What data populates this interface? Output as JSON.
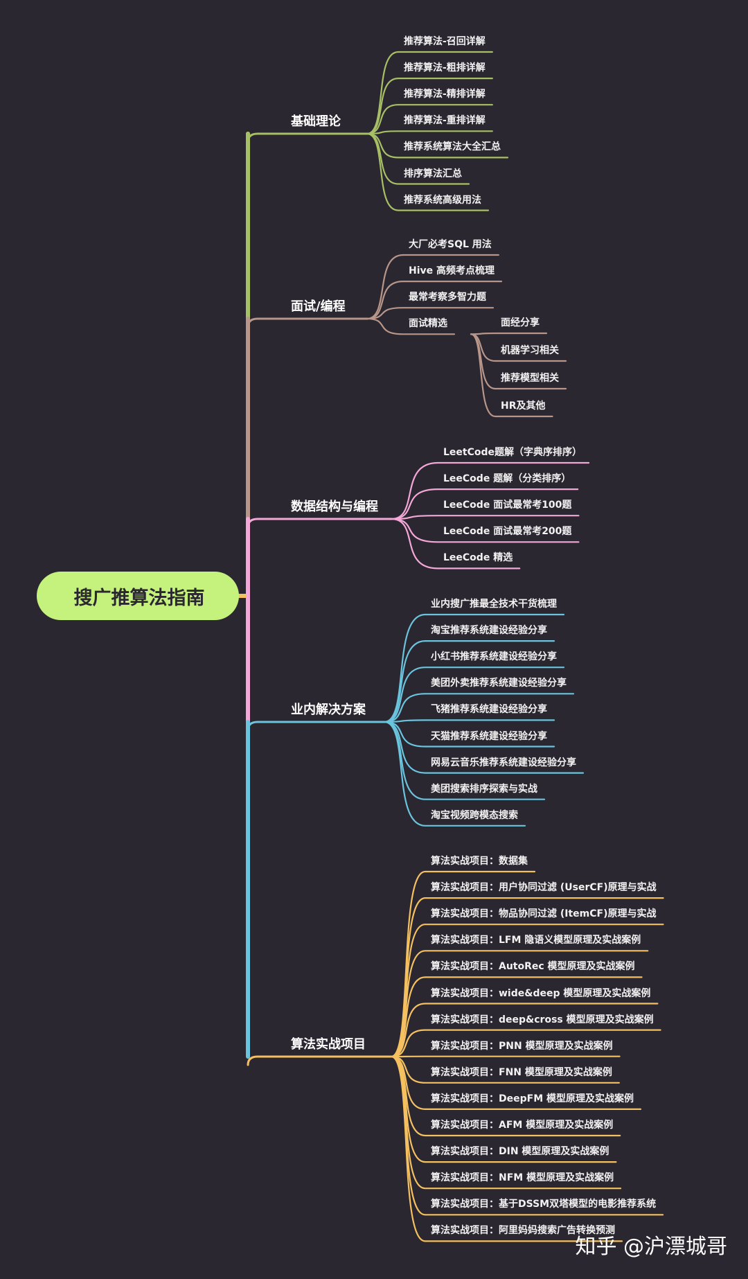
{
  "title": "搜广推算法指南",
  "watermark": "知乎 @沪漂城哥",
  "colors": {
    "background": "#2b2730",
    "root": "#c5f27c",
    "basics": "#a8c065",
    "interview": "#b8978a",
    "ds": "#f4a8d7",
    "industry": "#6bc4de",
    "projects": "#f5c160"
  },
  "branches": [
    {
      "key": "basics",
      "label": "基础理论",
      "children": [
        {
          "label": "推荐算法-召回详解"
        },
        {
          "label": "推荐算法-粗排详解"
        },
        {
          "label": "推荐算法-精排详解"
        },
        {
          "label": "推荐算法-重排详解"
        },
        {
          "label": "推荐系统算法大全汇总"
        },
        {
          "label": "排序算法汇总"
        },
        {
          "label": "推荐系统高级用法"
        }
      ]
    },
    {
      "key": "interview",
      "label": "面试/编程",
      "children": [
        {
          "label": "大厂必考SQL 用法"
        },
        {
          "label": "Hive 高频考点梳理"
        },
        {
          "label": "最常考察多智力题"
        },
        {
          "label": "面试精选",
          "children": [
            {
              "label": "面经分享"
            },
            {
              "label": "机器学习相关"
            },
            {
              "label": "推荐模型相关"
            },
            {
              "label": "HR及其他"
            }
          ]
        }
      ]
    },
    {
      "key": "ds",
      "label": "数据结构与编程",
      "children": [
        {
          "label": "LeetCode题解（字典序排序）"
        },
        {
          "label": "LeeCode 题解（分类排序）"
        },
        {
          "label": "LeeCode 面试最常考100题"
        },
        {
          "label": "LeeCode 面试最常考200题"
        },
        {
          "label": "LeeCode 精选"
        }
      ]
    },
    {
      "key": "industry",
      "label": "业内解决方案",
      "children": [
        {
          "label": "业内搜广推最全技术干货梳理"
        },
        {
          "label": "淘宝推荐系统建设经验分享"
        },
        {
          "label": "小红书推荐系统建设经验分享"
        },
        {
          "label": "美团外卖推荐系统建设经验分享"
        },
        {
          "label": "飞猪推荐系统建设经验分享"
        },
        {
          "label": "天猫推荐系统建设经验分享"
        },
        {
          "label": "网易云音乐推荐系统建设经验分享"
        },
        {
          "label": "美团搜索排序探索与实战"
        },
        {
          "label": "淘宝视频跨模态搜索"
        }
      ]
    },
    {
      "key": "projects",
      "label": "算法实战项目",
      "children": [
        {
          "label": "算法实战项目：数据集"
        },
        {
          "label": "算法实战项目：用户协同过滤 (UserCF)原理与实战"
        },
        {
          "label": "算法实战项目：物品协同过滤 (ItemCF)原理与实战"
        },
        {
          "label": "算法实战项目：LFM 隐语义模型原理及实战案例"
        },
        {
          "label": "算法实战项目：AutoRec 模型原理及实战案例"
        },
        {
          "label": "算法实战项目：wide&deep 模型原理及实战案例"
        },
        {
          "label": "算法实战项目：deep&cross 模型原理及实战案例"
        },
        {
          "label": "算法实战项目：PNN 模型原理及实战案例"
        },
        {
          "label": "算法实战项目：FNN 模型原理及实战案例"
        },
        {
          "label": "算法实战项目：DeepFM 模型原理及实战案例"
        },
        {
          "label": "算法实战项目：AFM 模型原理及实战案例"
        },
        {
          "label": "算法实战项目：DIN 模型原理及实战案例"
        },
        {
          "label": "算法实战项目：NFM 模型原理及实战案例"
        },
        {
          "label": "算法实战项目：基于DSSM双塔模型的电影推荐系统"
        },
        {
          "label": "算法实战项目：阿里妈妈搜索广告转换预测"
        }
      ]
    }
  ]
}
